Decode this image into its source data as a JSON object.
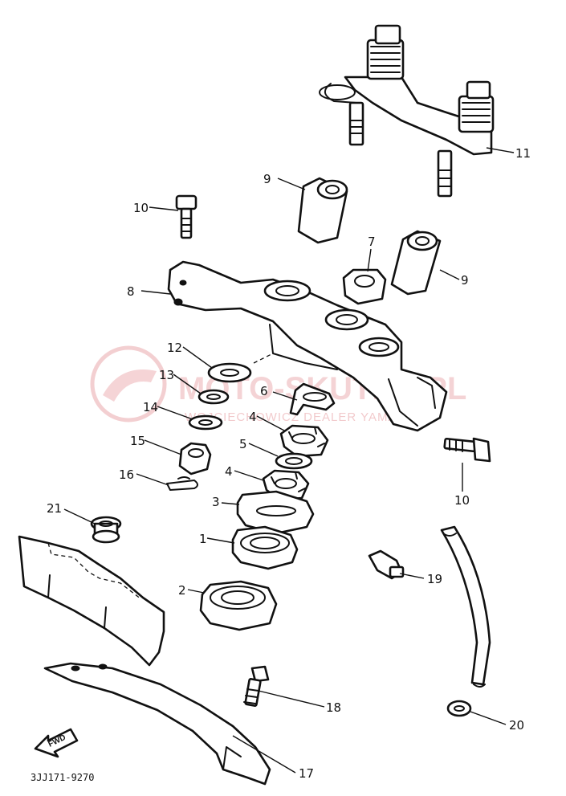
{
  "diagram": {
    "code": "3JJ171-9270",
    "fwd_label": "FWD",
    "watermark": {
      "title": "MOTO-SKUTER.PL",
      "subtitle": "WOJCIECHOWICZ DEALER YAMAHA"
    },
    "labels": {
      "p1": "1",
      "p2": "2",
      "p3": "3",
      "p4a": "4",
      "p4b": "4",
      "p5": "5",
      "p6": "6",
      "p7": "7",
      "p8": "8",
      "p9a": "9",
      "p9b": "9",
      "p10a": "10",
      "p10b": "10",
      "p11": "11",
      "p12": "12",
      "p13": "13",
      "p14": "14",
      "p15": "15",
      "p16": "16",
      "p17": "17",
      "p18": "18",
      "p19": "19",
      "p20": "20",
      "p21": "21"
    }
  }
}
